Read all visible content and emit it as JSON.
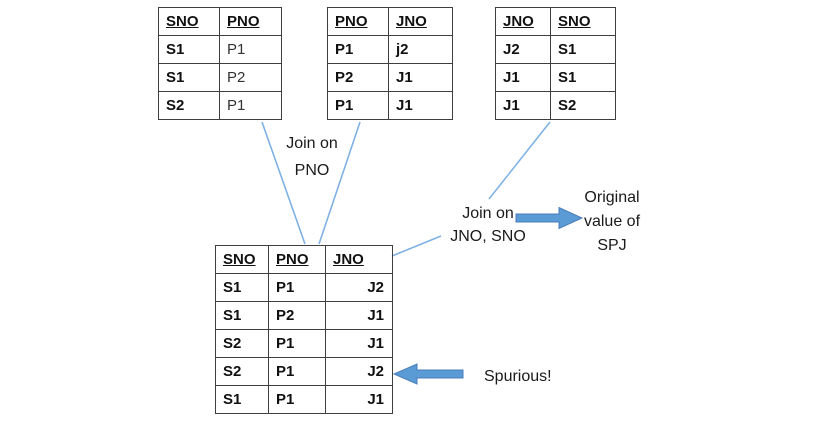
{
  "colors": {
    "connector_line": "#7EB2E4",
    "arrow_fill": "#5B9BD5",
    "arrow_stroke": "#4A7EBB",
    "table_border": "#3F3F3F",
    "text": "#1A1A1A"
  },
  "tables": {
    "sp": {
      "headers": [
        "SNO",
        "PNO"
      ],
      "rows": [
        [
          "S1",
          "P1"
        ],
        [
          "S1",
          "P2"
        ],
        [
          "S2",
          "P1"
        ]
      ]
    },
    "pj": {
      "headers": [
        "PNO",
        "JNO"
      ],
      "rows": [
        [
          "P1",
          "j2"
        ],
        [
          "P2",
          "J1"
        ],
        [
          "P1",
          "J1"
        ]
      ]
    },
    "js": {
      "headers": [
        "JNO",
        "SNO"
      ],
      "rows": [
        [
          "J2",
          "S1"
        ],
        [
          "J1",
          "S1"
        ],
        [
          "J1",
          "S2"
        ]
      ]
    },
    "spj": {
      "headers": [
        "SNO",
        "PNO",
        "JNO"
      ],
      "rows": [
        [
          "S1",
          "P1",
          "J2"
        ],
        [
          "S1",
          "P2",
          "J1"
        ],
        [
          "S2",
          "P1",
          "J1"
        ],
        [
          "S2",
          "P1",
          "J2"
        ],
        [
          "S1",
          "P1",
          "J1"
        ]
      ]
    }
  },
  "labels": {
    "join_pno": "Join on\nPNO",
    "join_jno_sno": "Join on\nJNO, SNO",
    "original_value": "Original\nvalue of\nSPJ",
    "spurious": "Spurious!"
  }
}
